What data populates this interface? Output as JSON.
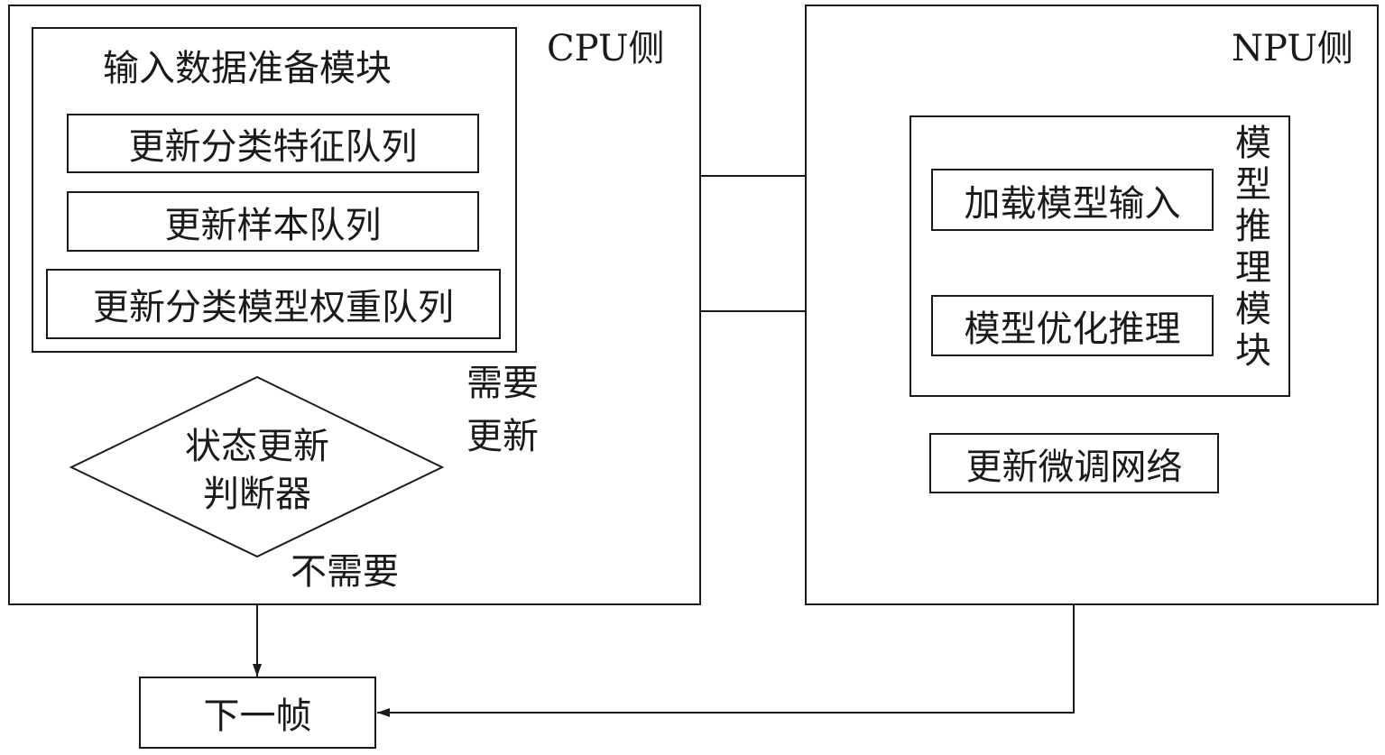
{
  "cpu_side": {
    "title": "CPU侧",
    "input_module": {
      "title": "输入数据准备模块",
      "items": [
        "更新分类特征队列",
        "更新样本队列",
        "更新分类模型权重队列"
      ]
    },
    "judge": {
      "line1": "状态更新",
      "line2": "判断器"
    },
    "need_update": {
      "line1": "需要",
      "line2": "更新"
    },
    "no_need": "不需要"
  },
  "npu_side": {
    "title": "NPU侧",
    "inference_module": {
      "title": "模型推理模块",
      "items": [
        "加载模型输入",
        "模型优化推理"
      ]
    },
    "update_net": "更新微调网络"
  },
  "next_frame": "下一帧"
}
